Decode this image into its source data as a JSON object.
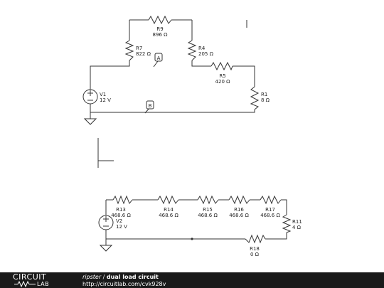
{
  "footer": {
    "logo_top": "CIRCUIT",
    "logo_bottom": "LAB",
    "user": "ripster",
    "separator": "/",
    "title": "dual load circuit",
    "url": "http://circuitlab.com/cvk928v"
  },
  "circuit1": {
    "R9": {
      "name": "R9",
      "value": "896 Ω"
    },
    "R7": {
      "name": "R7",
      "value": "822 Ω"
    },
    "R4": {
      "name": "R4",
      "value": "205 Ω"
    },
    "R5": {
      "name": "R5",
      "value": "420 Ω"
    },
    "R1": {
      "name": "R1",
      "value": "8 Ω"
    },
    "V1": {
      "name": "V1",
      "value": "12 V"
    },
    "probe_a": "A",
    "probe_b": "B"
  },
  "circuit2": {
    "R13": {
      "name": "R13",
      "value": "468.6 Ω"
    },
    "R14": {
      "name": "R14",
      "value": "468.6 Ω"
    },
    "R15": {
      "name": "R15",
      "value": "468.6 Ω"
    },
    "R16": {
      "name": "R16",
      "value": "468.6 Ω"
    },
    "R17": {
      "name": "R17",
      "value": "468.6 Ω"
    },
    "R11": {
      "name": "R11",
      "value": "4 Ω"
    },
    "R18": {
      "name": "R18",
      "value": "0 Ω"
    },
    "V2": {
      "name": "V2",
      "value": "12 V"
    }
  },
  "colors": {
    "wire": "#333333",
    "background": "#ffffff",
    "footer": "#1a1a1a"
  }
}
